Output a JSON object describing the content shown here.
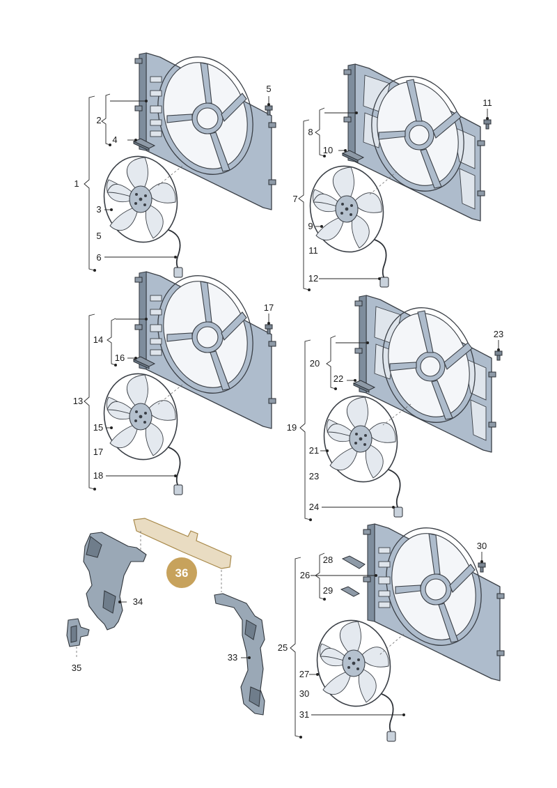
{
  "assemblies": [
    {
      "id": "a",
      "variant": "plain",
      "labels": {
        "group": "1",
        "shroud": "2",
        "pad": "4",
        "bolt": "5",
        "fan": "3",
        "motor": "5",
        "plug": "6"
      }
    },
    {
      "id": "b",
      "variant": "ribbed",
      "labels": {
        "group": "7",
        "shroud": "8",
        "pad": "10",
        "bolt": "11",
        "fan": "9",
        "motor": "11",
        "plug": "12"
      }
    },
    {
      "id": "c",
      "variant": "plain",
      "labels": {
        "group": "13",
        "shroud": "14",
        "pad": "16",
        "bolt": "17",
        "fan": "15",
        "motor": "17",
        "plug": "18"
      }
    },
    {
      "id": "d",
      "variant": "ribbed",
      "labels": {
        "group": "19",
        "shroud": "20",
        "pad": "22",
        "bolt": "23",
        "fan": "21",
        "motor": "23",
        "plug": "24"
      }
    },
    {
      "id": "e",
      "variant": "plain",
      "labels": {
        "group": "25",
        "shroud": "26",
        "pad": "28",
        "pad2": "29",
        "bolt": "30",
        "fan": "27",
        "motor": "30",
        "plug": "31"
      }
    }
  ],
  "ducts": {
    "left_label": "34",
    "right_label": "33",
    "bracket_label": "35"
  },
  "highlight": {
    "label": "36",
    "badge_color": "#c7a25c",
    "part_color": "#e9dcc2"
  }
}
